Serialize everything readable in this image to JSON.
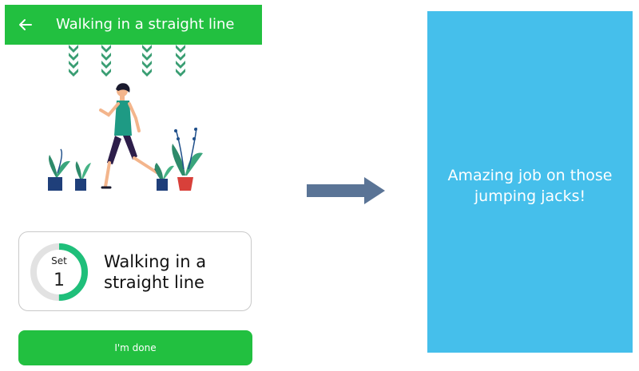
{
  "header": {
    "title": "Walking in a straight line",
    "back_icon": "arrow-left-icon"
  },
  "set_card": {
    "set_label": "Set",
    "set_number": "1",
    "exercise_name": "Walking in a straight line",
    "ring_progress": 0.5
  },
  "done_button": {
    "label": "I'm done"
  },
  "congrats": {
    "message": "Amazing job on those jumping jacks!"
  },
  "colors": {
    "primary_green": "#22c040",
    "panel_blue": "#45bfeb",
    "ring_track": "#e2e2e2",
    "ring_progress": "#1fbf7a",
    "arrow": "#5a7496"
  }
}
